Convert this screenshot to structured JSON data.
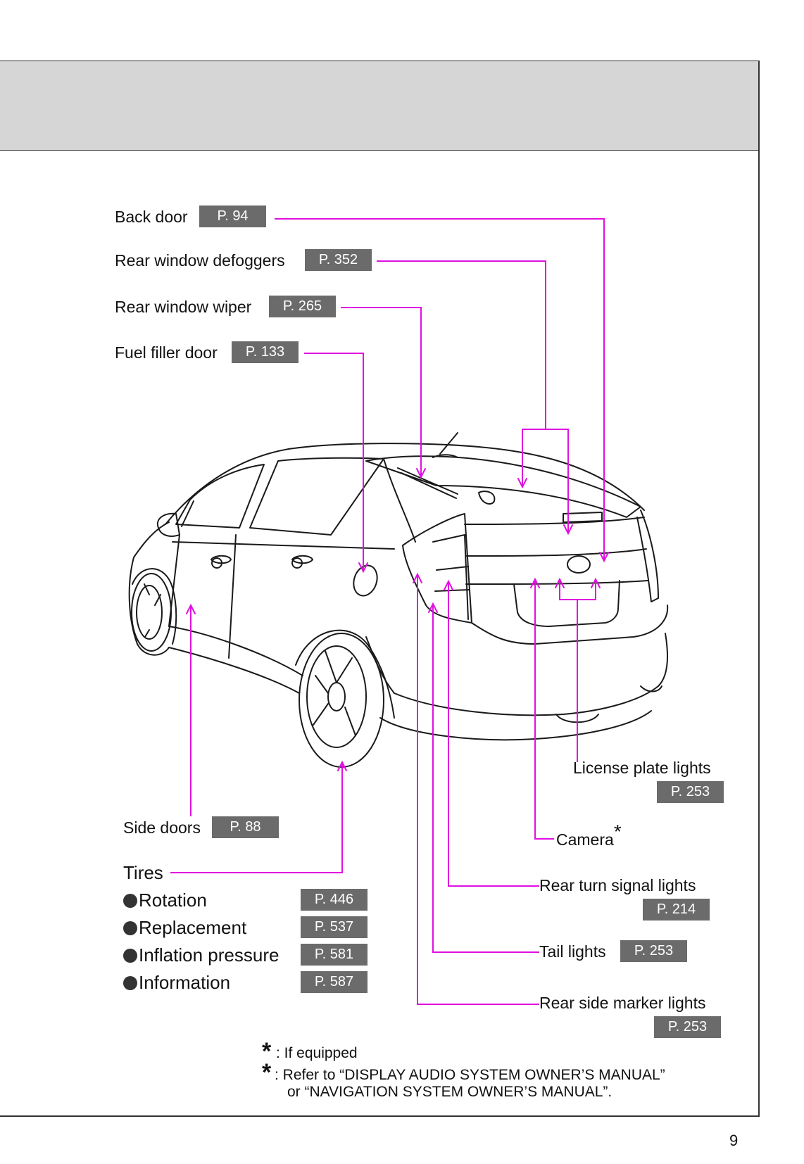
{
  "page": {
    "number": "9"
  },
  "callouts": {
    "back_door": {
      "label": "Back door",
      "page": "P. 94"
    },
    "rear_window_defoggers": {
      "label": "Rear window defoggers",
      "page": "P. 352"
    },
    "rear_window_wiper": {
      "label": "Rear window wiper",
      "page": "P. 265"
    },
    "fuel_filler_door": {
      "label": "Fuel filler door",
      "page": "P. 133"
    },
    "side_doors": {
      "label": "Side doors",
      "page": "P. 88"
    },
    "license_plate_lights": {
      "label": "License plate lights",
      "page": "P. 253"
    },
    "camera": {
      "label": "Camera",
      "mark": "*"
    },
    "rear_turn_signal_lights": {
      "label": "Rear turn signal lights",
      "page": "P. 214"
    },
    "tail_lights": {
      "label": "Tail lights",
      "page": "P. 253"
    },
    "rear_side_marker_lights": {
      "label": "Rear side marker lights",
      "page": "P. 253"
    }
  },
  "tires": {
    "title": "Tires",
    "items": [
      {
        "label": "Rotation",
        "page": "P. 446"
      },
      {
        "label": "Replacement",
        "page": "P. 537"
      },
      {
        "label": "Inflation pressure",
        "page": "P. 581"
      },
      {
        "label": "Information",
        "page": "P. 587"
      }
    ]
  },
  "footnotes": {
    "note1_mark": "*",
    "note1": ": If equipped",
    "note2_mark": "*",
    "note2_line1": ": Refer to “DISPLAY AUDIO SYSTEM OWNER’S MANUAL”",
    "note2_line2": "or “NAVIGATION SYSTEM OWNER’S MANUAL”."
  },
  "colors": {
    "leader": "#e010e0",
    "tag_bg": "#6b6b6b",
    "header_bg": "#d6d6d6"
  }
}
